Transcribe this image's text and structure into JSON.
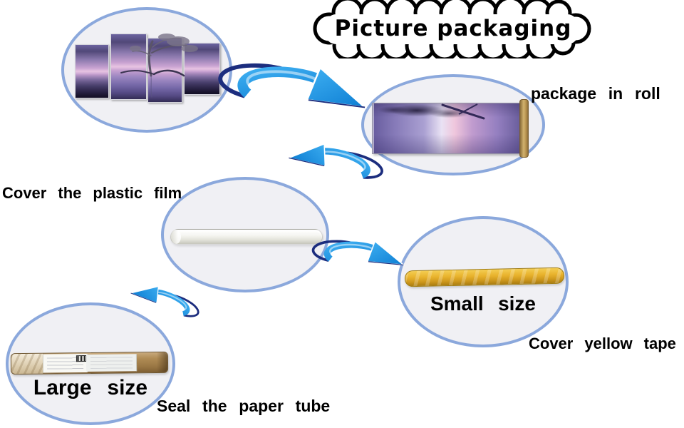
{
  "title": "Picture packaging",
  "labels": {
    "package_in_roll": "package in roll",
    "cover_plastic_film": "Cover the plastic film",
    "small_size": "Small size",
    "cover_yellow_tape": "Cover yellow tape",
    "large_size": "Large size",
    "seal_paper_tube": "Seal the paper tube"
  },
  "colors": {
    "ellipse_border": "#8ba8dc",
    "ellipse_fill": "#f0f0f4",
    "arrow_blue_light": "#3fb0f2",
    "arrow_blue_dark": "#0d7ed3",
    "arrow_navy_edge": "#1c2d7e",
    "cloud_outline": "#000000",
    "cloud_fill": "#ffffff",
    "text": "#000000",
    "yellow_tape": "#e8b22c",
    "paper_tube_brown": "#9a7744",
    "plastic_film_roll": "#f6f6f2",
    "photo_purple": "#8b79ae"
  }
}
